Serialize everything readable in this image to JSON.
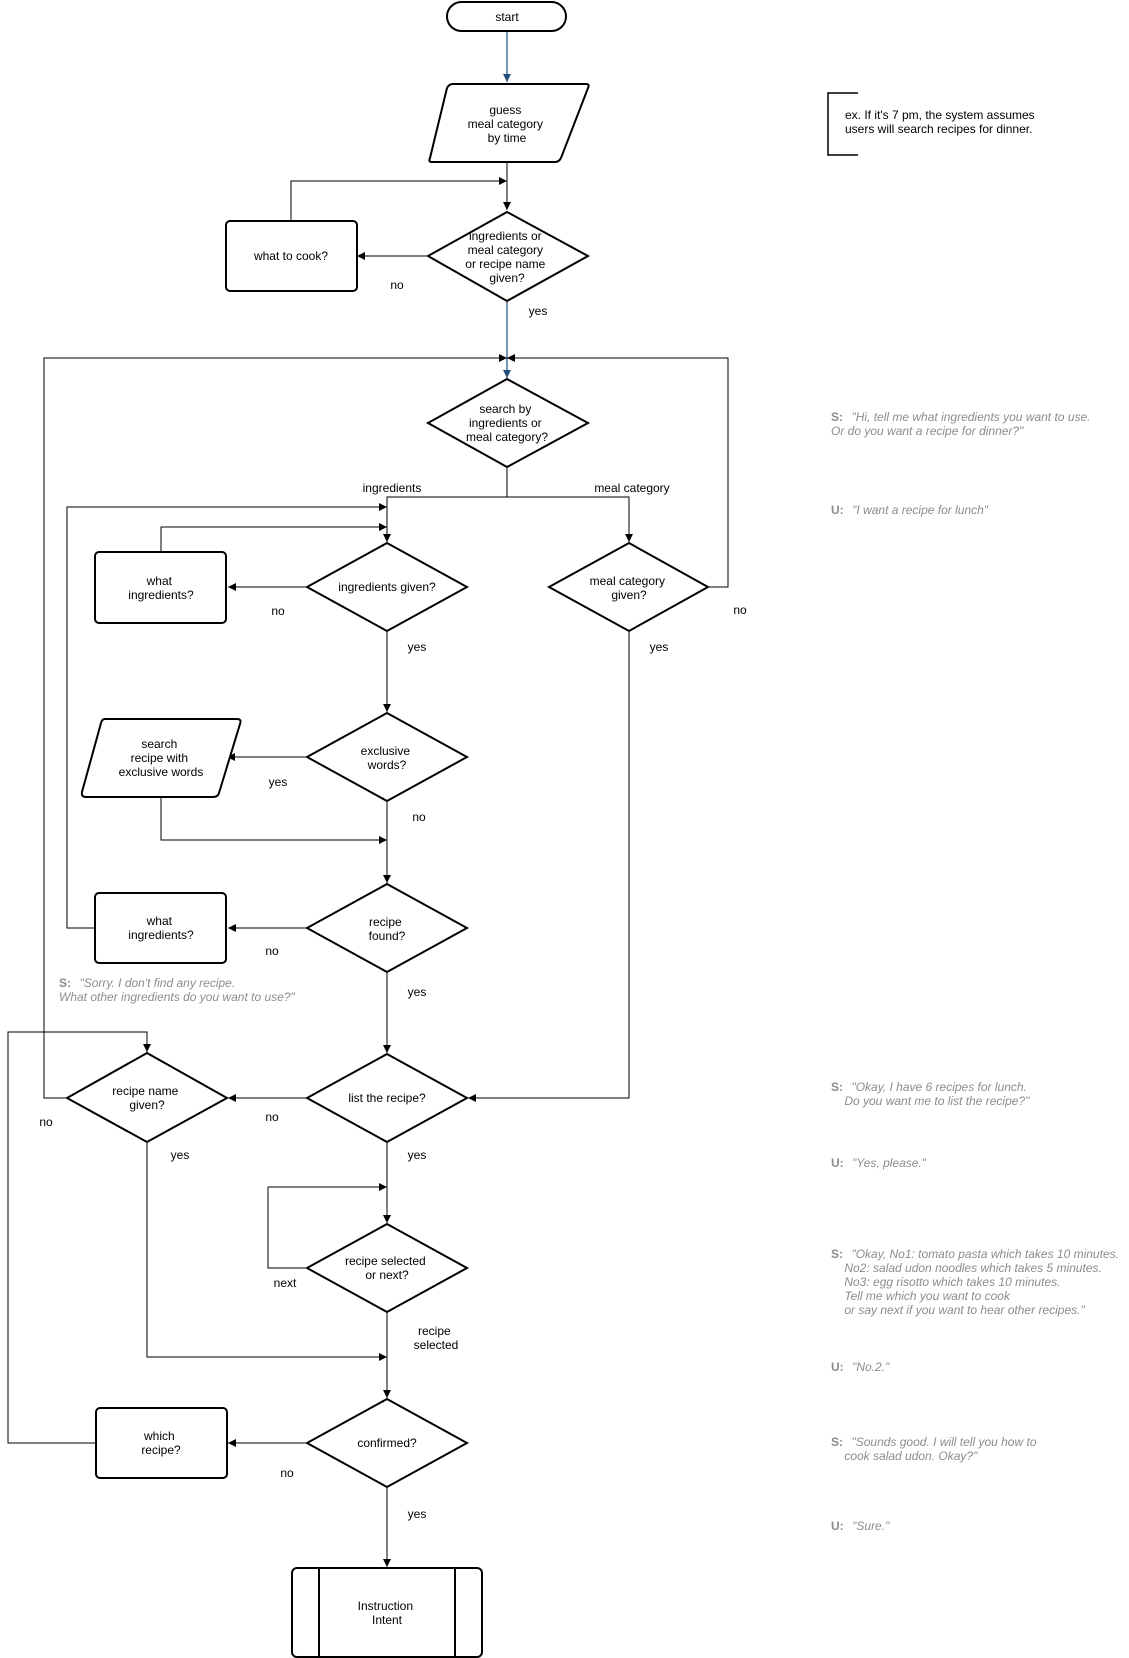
{
  "nodes": {
    "start": "start",
    "guess": [
      "guess",
      "meal category",
      "by time"
    ],
    "given_check": [
      "ingredients or",
      "meal category",
      "or recipe name",
      "given?"
    ],
    "what_to_cook": "what to cook?",
    "search_by": [
      "search by",
      "ingredients or",
      "meal category?"
    ],
    "what_ingredients_1": [
      "what",
      "ingredients?"
    ],
    "ingredients_given": "ingredients given?",
    "meal_category_given": [
      "meal category",
      "given?"
    ],
    "search_exclusive": [
      "search",
      "recipe with",
      "exclusive words"
    ],
    "exclusive_words": [
      "exclusive",
      "words?"
    ],
    "what_ingredients_2": [
      "what",
      "ingredients?"
    ],
    "recipe_found": [
      "recipe",
      "found?"
    ],
    "recipe_name_given": [
      "recipe name",
      "given?"
    ],
    "list_recipe": "list the recipe?",
    "recipe_selected": [
      "recipe selected",
      "or next?"
    ],
    "which_recipe": [
      "which",
      "recipe?"
    ],
    "confirmed": "confirmed?",
    "instruction_intent": [
      "Instruction",
      "Intent"
    ]
  },
  "edge_labels": {
    "no_what_to_cook": "no",
    "yes_search_by": "yes",
    "ingredients_branch": "ingredients",
    "meal_category_branch": "meal category",
    "no_what_ingredients": "no",
    "yes_ingredients_given": "yes",
    "no_meal_category": "no",
    "yes_meal_category": "yes",
    "yes_exclusive": "yes",
    "no_exclusive": "no",
    "no_recipe_found": "no",
    "yes_recipe_found": "yes",
    "no_recipe_name": "no",
    "yes_recipe_name": "yes",
    "no_list_recipe": "no",
    "yes_list_recipe": "yes",
    "next_label": "next",
    "recipe_selected_label": [
      "recipe",
      "selected"
    ],
    "no_confirmed": "no",
    "yes_confirmed": "yes"
  },
  "annotation": [
    "ex. If it's 7 pm, the system assumes",
    "users will search recipes for dinner."
  ],
  "sorry_note": {
    "speaker": "S:",
    "lines": [
      "\"Sorry. I don't find any recipe.",
      "What other ingredients do you want to use?\""
    ]
  },
  "dialogue": [
    {
      "speaker": "S:",
      "lines": [
        "\"Hi, tell me what ingredients you want to use.",
        "Or do you want a recipe for dinner?\""
      ]
    },
    {
      "speaker": "U:",
      "lines": [
        "\"I want a recipe for lunch\""
      ]
    },
    {
      "speaker": "S:",
      "lines": [
        "\"Okay, I have 6 recipes for lunch.",
        "    Do you want me to list the recipe?\""
      ]
    },
    {
      "speaker": "U:",
      "lines": [
        "\"Yes, please.\""
      ]
    },
    {
      "speaker": "S:",
      "lines": [
        "\"Okay, No1: tomato pasta which takes 10 minutes.",
        "    No2: salad udon noodles which takes 5 minutes.",
        "    No3: egg risotto which takes 10 minutes.",
        "    Tell me which you want to cook",
        "    or say next if you want to hear other recipes.\""
      ]
    },
    {
      "speaker": "U:",
      "lines": [
        "\"No.2.\""
      ]
    },
    {
      "speaker": "S:",
      "lines": [
        "\"Sounds good. I will tell you how to",
        "    cook salad udon. Okay?\""
      ]
    },
    {
      "speaker": "U:",
      "lines": [
        "\"Sure.\""
      ]
    }
  ],
  "colors": {
    "line": "#000000",
    "flow_accent": "#1f4e79",
    "note_text": "#8c8c8c"
  }
}
